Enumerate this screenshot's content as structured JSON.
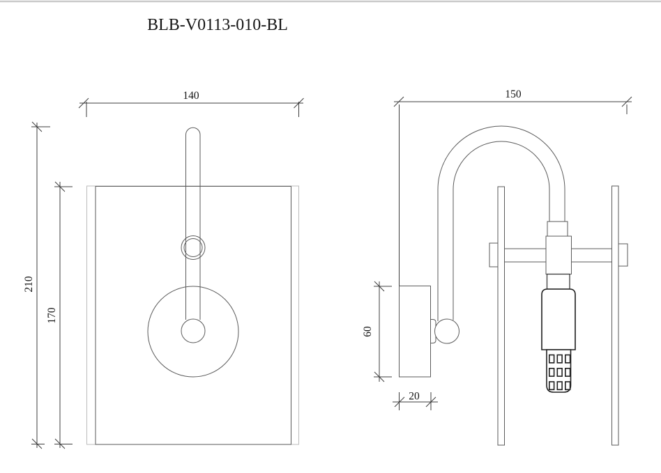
{
  "title": "BLB-V0113-010-BL",
  "front_view": {
    "dim_width": "140",
    "dim_height_overall": "210",
    "dim_height_panel": "170"
  },
  "side_view": {
    "dim_depth": "150",
    "dim_backplate_height": "60",
    "dim_backplate_depth": "20"
  },
  "colors": {
    "line": "#5a5a5a",
    "line_light": "#bcbcbc",
    "line_heavy": "#1e1e1e",
    "dim": "#3c3c3c",
    "text": "#141414",
    "background": "#ffffff"
  }
}
